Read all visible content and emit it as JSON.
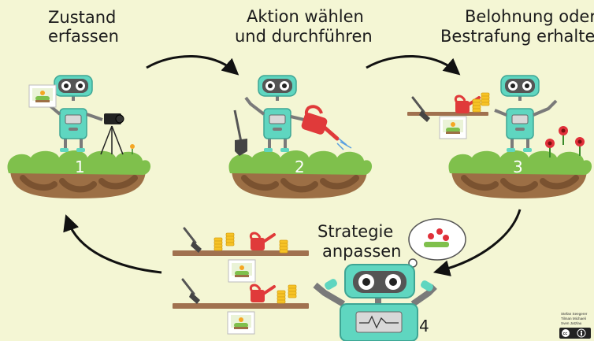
{
  "steps": [
    {
      "number": "1",
      "title_line1": "Zustand",
      "title_line2": "erfassen"
    },
    {
      "number": "2",
      "title_line1": "Aktion wählen",
      "title_line2": "und durchführen"
    },
    {
      "number": "3",
      "title_line1": "Belohnung oder",
      "title_line2": "Bestrafung erhalten"
    },
    {
      "number": "4",
      "title_line1": "Strategie",
      "title_line2": "anpassen"
    }
  ],
  "credit": {
    "line1": "Stefan Seegerer",
    "line2": "Tilman Michaeli",
    "line3": "Sven Jatzlau"
  },
  "license_badge": "cc",
  "colors": {
    "background": "#f4f6d4",
    "grass": "#7fc04c",
    "soil": "#9c6f45",
    "robot_body": "#5fd6c0",
    "robot_frame": "#7a7a7a",
    "arrow": "#111111",
    "shelf": "#a0714f",
    "watering_can": "#e03a3a",
    "coin": "#f7c325",
    "flower": "#e0303a"
  },
  "icons": [
    "robot-icon",
    "camera-tripod-icon",
    "shovel-icon",
    "watering-can-icon",
    "coin-stack-icon",
    "flower-icon",
    "photo-card-icon",
    "thought-bubble-icon",
    "cycle-arrow-icon"
  ]
}
